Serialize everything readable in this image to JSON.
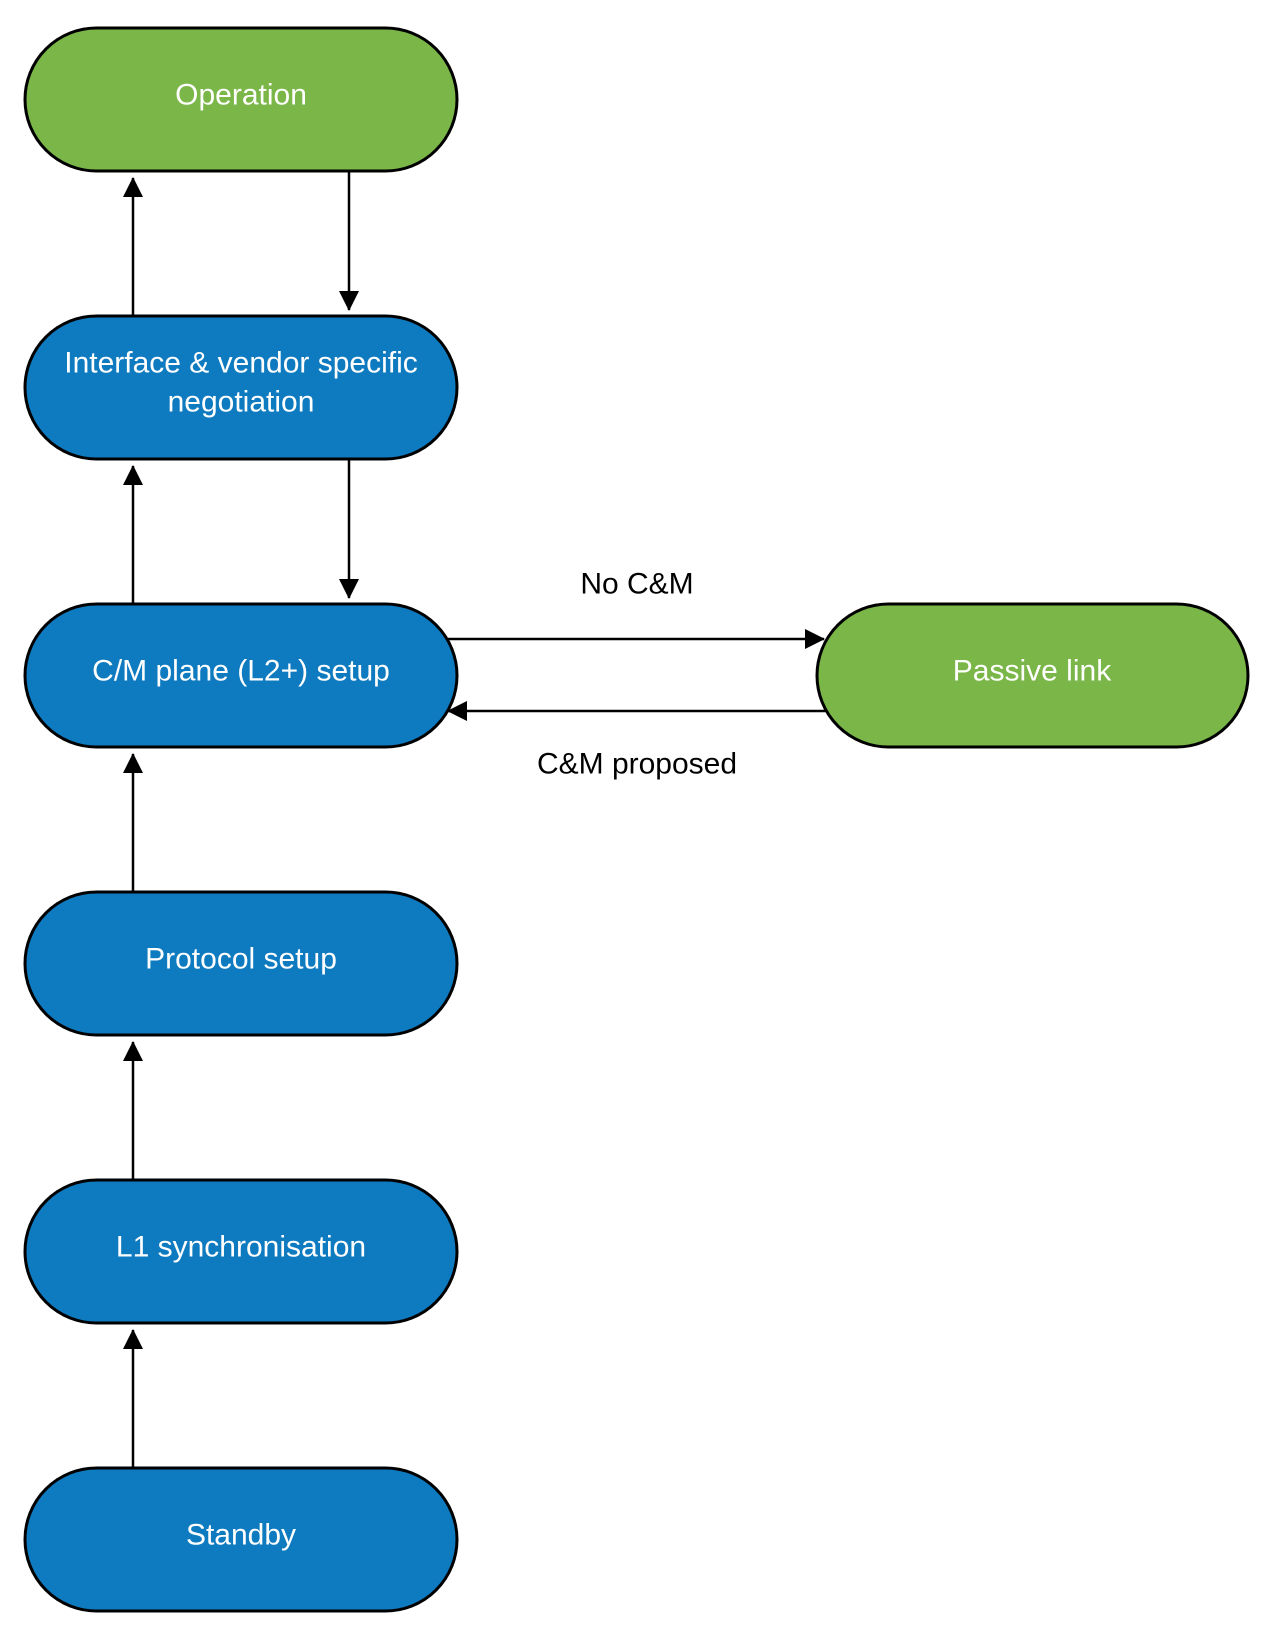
{
  "colors": {
    "blue_node": "#0e7abf",
    "green_node": "#7ab648",
    "outline": "#000000",
    "text_on_node": "#ffffff",
    "edge": "#000000"
  },
  "nodes": {
    "operation": {
      "label": "Operation",
      "color": "green"
    },
    "interface_negotiation": {
      "label_line1": "Interface & vendor specific",
      "label_line2": "negotiation",
      "color": "blue"
    },
    "cm_plane_setup": {
      "label": "C/M plane (L2+) setup",
      "color": "blue"
    },
    "passive_link": {
      "label": "Passive link",
      "color": "green"
    },
    "protocol_setup": {
      "label": "Protocol setup",
      "color": "blue"
    },
    "l1_synchronisation": {
      "label": "L1 synchronisation",
      "color": "blue"
    },
    "standby": {
      "label": "Standby",
      "color": "blue"
    }
  },
  "edges": {
    "no_cm": {
      "label": "No C&M"
    },
    "cm_proposed": {
      "label": "C&M proposed"
    }
  }
}
